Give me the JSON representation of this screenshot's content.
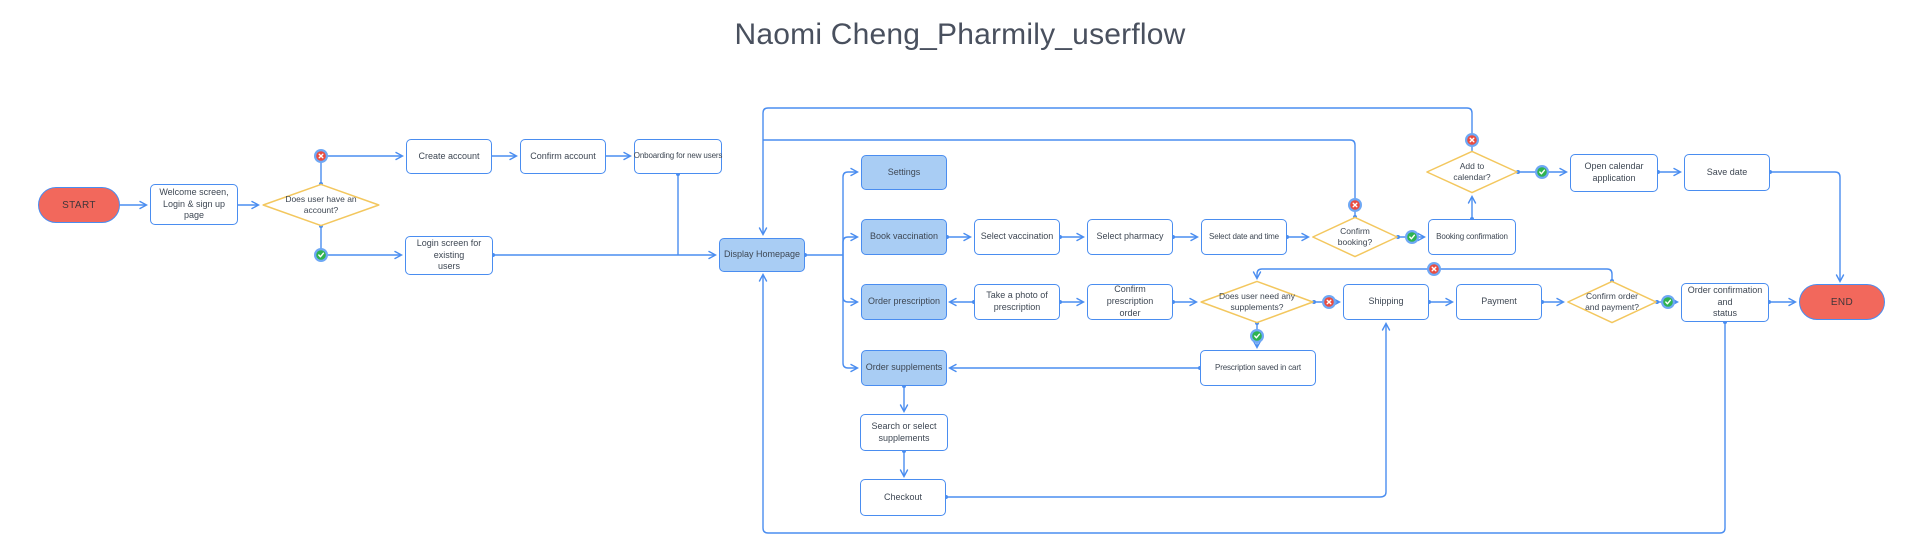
{
  "title": "Naomi Cheng_Pharmily_userflow",
  "colors": {
    "connector_blue": "#4a8df0",
    "node_fill_blue": "#a9cdf4",
    "terminator_red": "#f2685c",
    "decision_yellow": "#f3c75e",
    "badge_no_red": "#ea4b3f",
    "badge_yes_green": "#2eb350"
  },
  "nodes": {
    "start": {
      "label": "START"
    },
    "welcome": {
      "label": "Welcome screen,\nLogin & sign up page"
    },
    "account_decision": {
      "label": "Does user have an\naccount?"
    },
    "create_account": {
      "label": "Create account"
    },
    "confirm_account": {
      "label": "Confirm account"
    },
    "onboarding": {
      "label": "Onboarding for new users"
    },
    "login_screen": {
      "label": "Login screen for existing\nusers"
    },
    "display_homepage": {
      "label": "Display Homepage"
    },
    "settings": {
      "label": "Settings"
    },
    "book_vaccination": {
      "label": "Book vaccination"
    },
    "select_vaccination": {
      "label": "Select vaccination"
    },
    "select_pharmacy": {
      "label": "Select pharmacy"
    },
    "select_datetime": {
      "label": "Select date and time"
    },
    "confirm_booking": {
      "label": "Confirm\nbooking?"
    },
    "booking_confirmation": {
      "label": "Booking confirmation"
    },
    "add_to_calendar": {
      "label": "Add to\ncalendar?"
    },
    "open_calendar": {
      "label": "Open calendar\napplication"
    },
    "save_date": {
      "label": "Save date"
    },
    "order_prescription": {
      "label": "Order prescription"
    },
    "take_photo": {
      "label": "Take a photo of\nprescription"
    },
    "confirm_prescription": {
      "label": "Confirm prescription\norder"
    },
    "need_supplements": {
      "label": "Does user need any\nsupplements?"
    },
    "shipping": {
      "label": "Shipping"
    },
    "payment": {
      "label": "Payment"
    },
    "confirm_order": {
      "label": "Confirm order\nand payment?"
    },
    "order_confirmation": {
      "label": "Order confirmation and\nstatus"
    },
    "end": {
      "label": "END"
    },
    "order_supplements": {
      "label": "Order supplements"
    },
    "prescription_saved": {
      "label": "Prescription saved in cart"
    },
    "search_supplements": {
      "label": "Search or select\nsupplements"
    },
    "checkout": {
      "label": "Checkout"
    }
  },
  "badges": {
    "no": "x",
    "yes": "check"
  }
}
